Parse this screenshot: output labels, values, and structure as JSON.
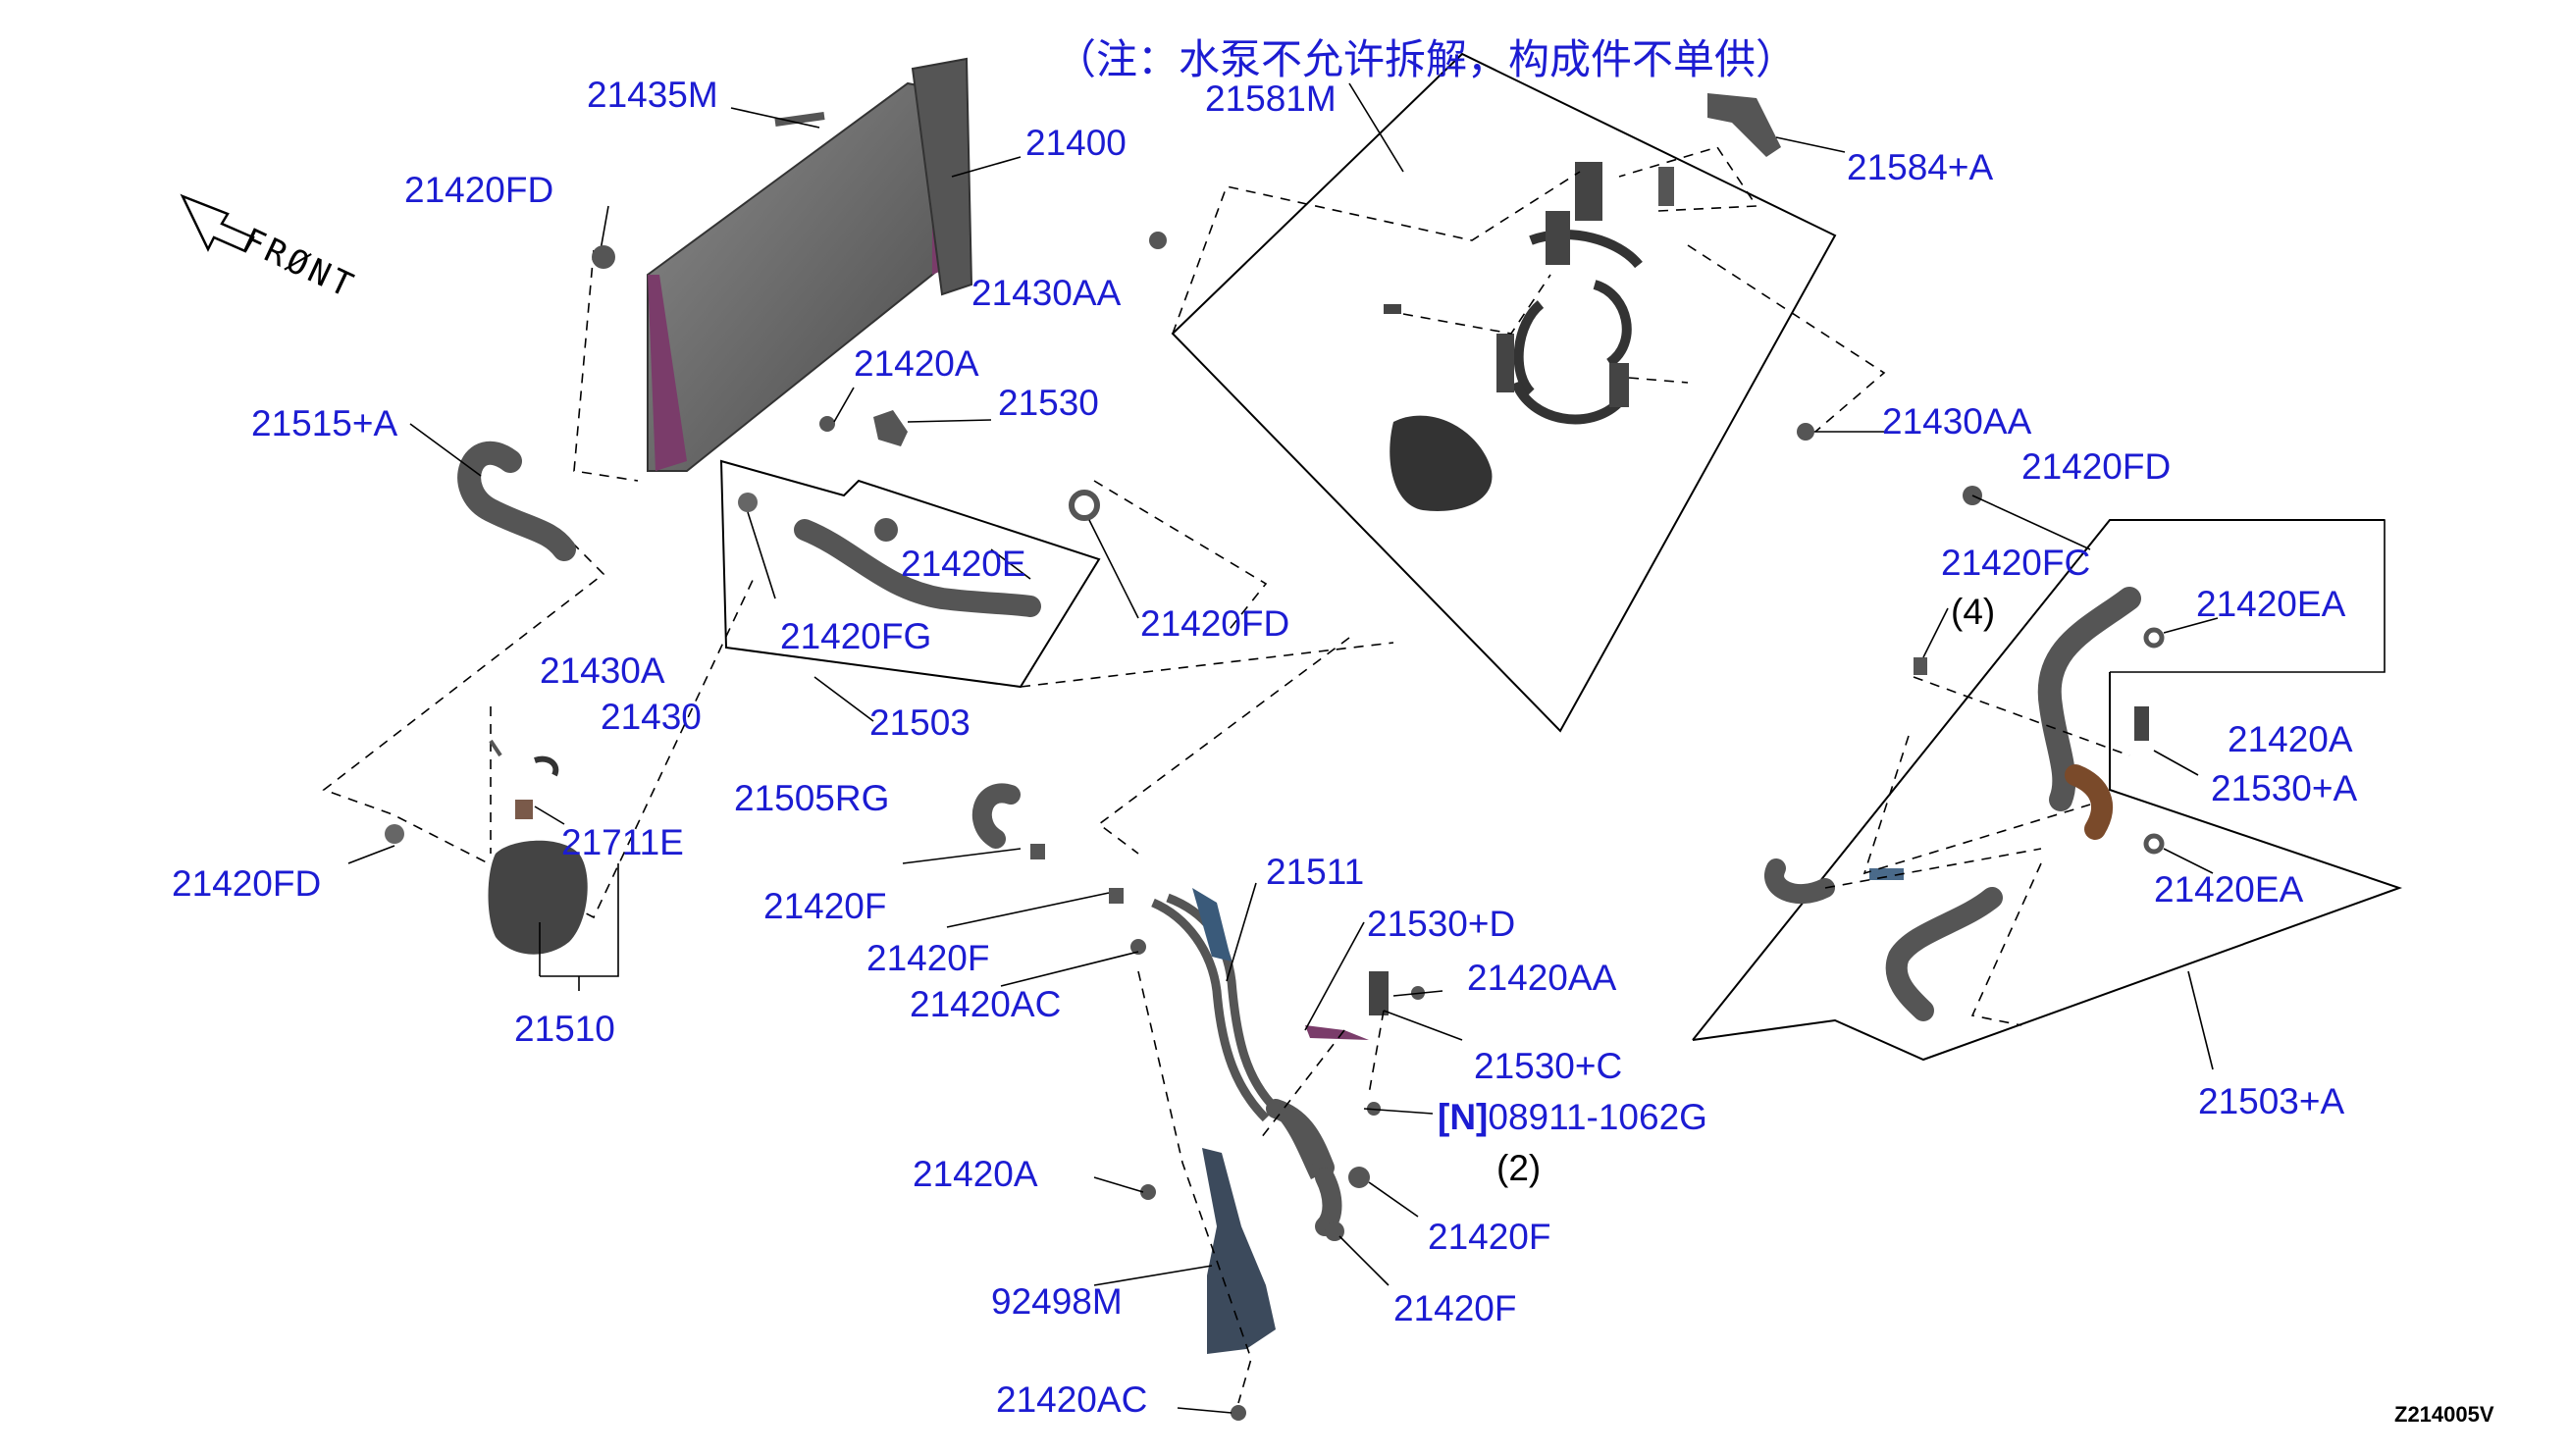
{
  "note": "（注：水泵不允许拆解，构成件不单供）",
  "front": "FRØNT",
  "code": "Z214005V",
  "nprefix": "[N]",
  "labels": {
    "l21435M": "21435M",
    "l21400": "21400",
    "l21420FD_a": "21420FD",
    "l21581M": "21581M",
    "l21584A": "21584+A",
    "l21430AA_a": "21430AA",
    "l21420A_a": "21420A",
    "l21530": "21530",
    "l21515A": "21515+A",
    "l21430AA_b": "21430AA",
    "l21420FD_b": "21420FD",
    "l21420E": "21420E",
    "l21420FG": "21420FG",
    "l21420FD_c": "21420FD",
    "l21420FC": "21420FC",
    "l21420EA_a": "21420EA",
    "l21430A": "21430A",
    "l21430": "21430",
    "l21503": "21503",
    "l21420A_b": "21420A",
    "l21530A": "21530+A",
    "l21505RG": "21505RG",
    "l21711E": "21711E",
    "l21420FD_d": "21420FD",
    "l21420F_a": "21420F",
    "l21511": "21511",
    "l21420EA_b": "21420EA",
    "l21530D": "21530+D",
    "l21420F_b": "21420F",
    "l21420AC_a": "21420AC",
    "l21420AA": "21420AA",
    "l21510": "21510",
    "l21530C": "21530+C",
    "l21503A": "21503+A",
    "l08911": "08911-1062G",
    "l21420A_c": "21420A",
    "l21420F_c": "21420F",
    "l92498M": "92498M",
    "l21420F_d": "21420F",
    "l21420AC_b": "21420AC"
  },
  "callouts": {
    "c2": "(2)",
    "c4": "(4)"
  }
}
